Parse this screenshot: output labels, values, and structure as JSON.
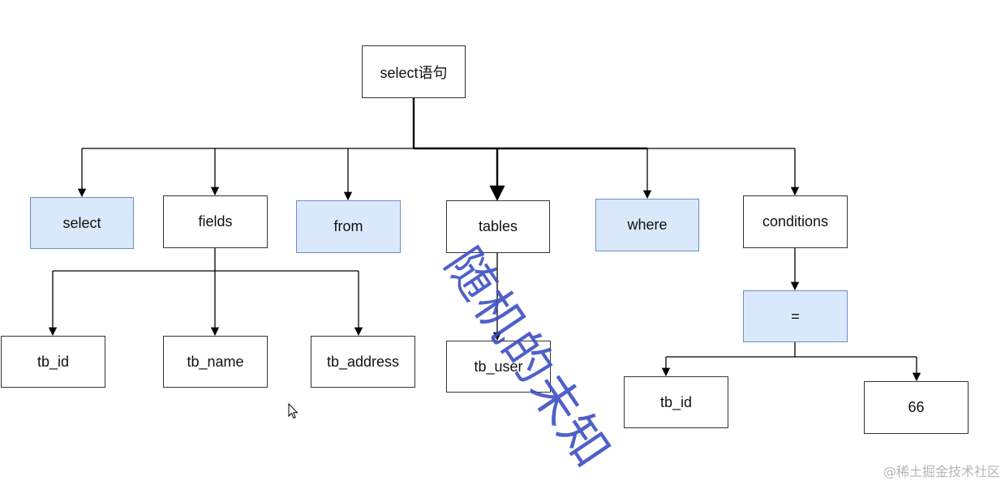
{
  "nodes": {
    "root": "select语句",
    "select": "select",
    "fields": "fields",
    "from": "from",
    "tables": "tables",
    "where": "where",
    "conditions": "conditions",
    "tb_id": "tb_id",
    "tb_name": "tb_name",
    "tb_address": "tb_address",
    "tb_user": "tb_user",
    "equals": "=",
    "cond_tb_id": "tb_id",
    "value_66": "66"
  },
  "watermark": "随机的未知",
  "credit": "@稀土掘金技术社区",
  "colors": {
    "keyword_fill": "#dae8fc",
    "keyword_border": "#6c8ebf",
    "watermark": "#3c4fc4"
  },
  "icons": {
    "cursor": "mouse-pointer-icon"
  }
}
